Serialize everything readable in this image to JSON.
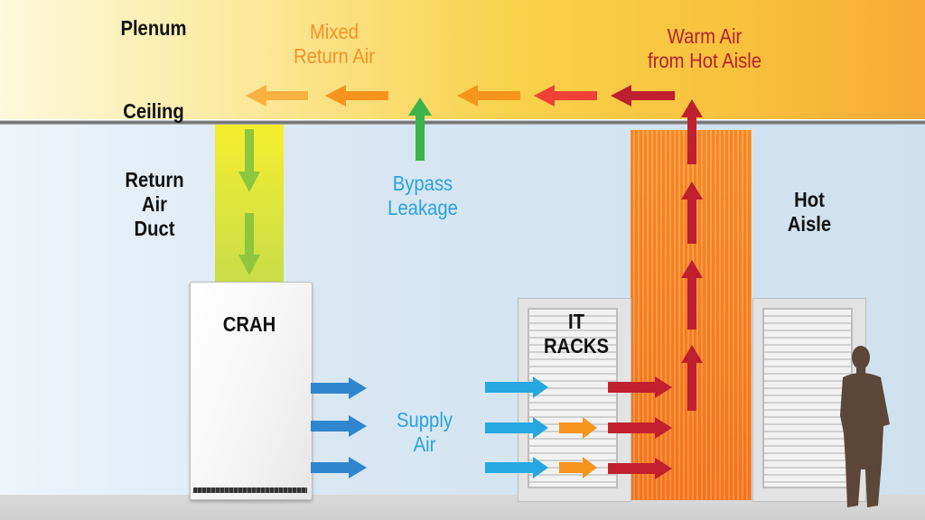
{
  "labels": {
    "plenum": "Plenum",
    "ceiling": "Ceiling",
    "mixed_return_air": [
      "Mixed",
      "Return Air"
    ],
    "warm_air": [
      "Warm Air",
      "from Hot Aisle"
    ],
    "return_air_duct": [
      "Return",
      "Air",
      "Duct"
    ],
    "bypass_leakage": [
      "Bypass",
      "Leakage"
    ],
    "hot_aisle": [
      "Hot",
      "Aisle"
    ],
    "crah": "CRAH",
    "it_racks": [
      "IT",
      "RACKS"
    ],
    "supply_air": [
      "Supply",
      "Air"
    ]
  },
  "colors": {
    "supply_blue": "#2f86cc",
    "intake_blue": "#25a8e0",
    "bypass_green": "#3bb34a",
    "duct_green": "#8dc63f",
    "hot_red": "#c01f2f",
    "warm_red": "#ef4136",
    "orange": "#f7941d",
    "light_orange": "#fbb040",
    "person_brown": "#5b4638"
  }
}
